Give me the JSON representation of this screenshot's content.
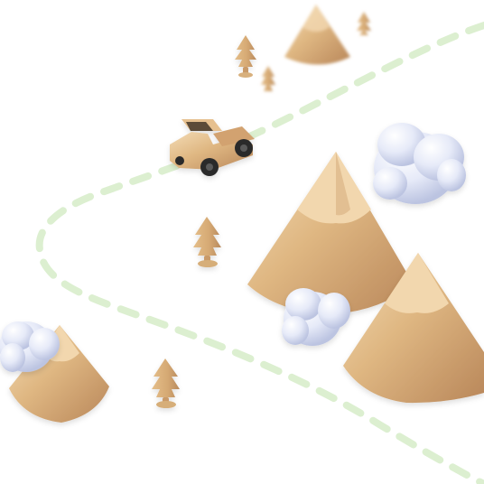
{
  "scene": {
    "description_items": [
      "wooden-mountain",
      "wooden-tree",
      "wooden-truck",
      "cloud",
      "dashed-path"
    ]
  },
  "colors": {
    "background": "#ffffff",
    "path": "#dcefd0",
    "wood_light": "#f0d3aa",
    "wood_mid": "#d9b07c",
    "wood_dark": "#b8875a",
    "cloud_light": "#f5f7ff",
    "cloud_mid": "#d9def3",
    "cloud_dark": "#b8bfd9",
    "truck_dark": "#2b2b2b"
  }
}
